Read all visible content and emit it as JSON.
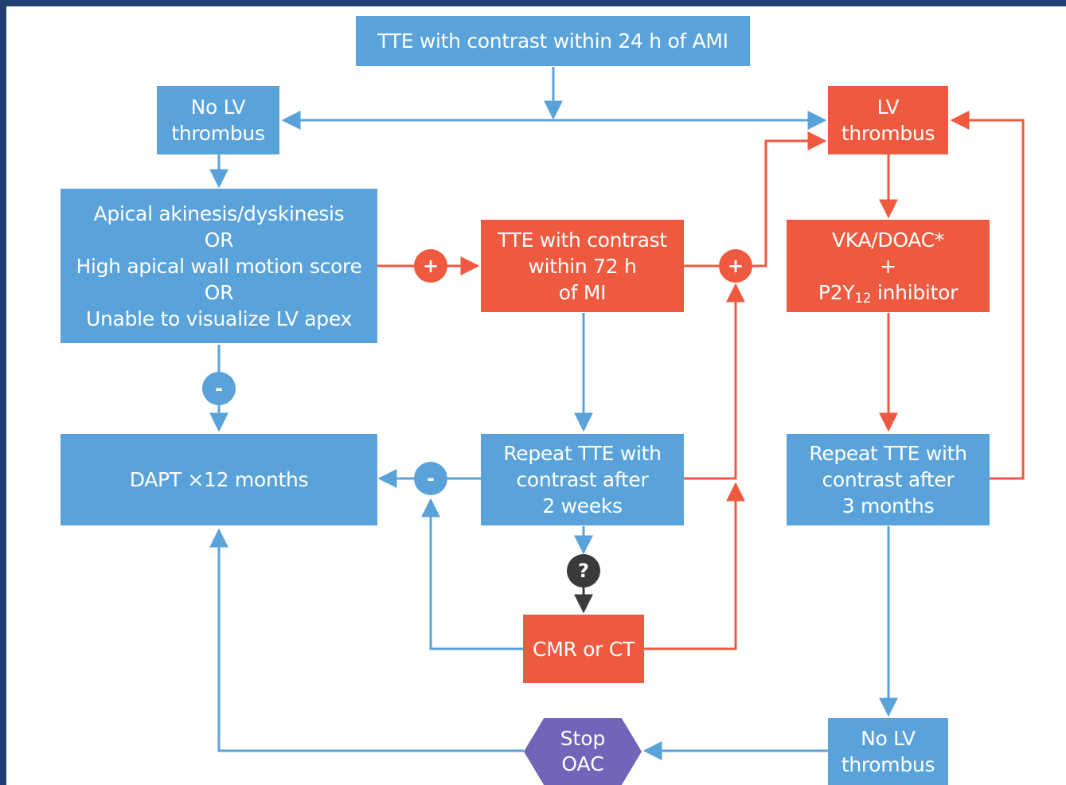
{
  "boxes": {
    "tte_24h": "TTE with contrast within 24 h of AMI",
    "no_lv_top": [
      "No LV",
      "thrombus"
    ],
    "lv_thrombus": [
      "LV",
      "thrombus"
    ],
    "apical": [
      "Apical akinesis/dyskinesis",
      "OR",
      "High apical wall motion score",
      "OR",
      "Unable to visualize LV apex"
    ],
    "tte_72h": [
      "TTE with contrast",
      "within 72 h",
      "of MI"
    ],
    "vka": {
      "line1": "VKA/DOAC*",
      "line2": "+",
      "p2y": "P2Y",
      "p2y_sub": "12",
      "p2y_rest": " inhibitor"
    },
    "dapt": "DAPT ×12 months",
    "repeat_2w": [
      "Repeat TTE with",
      "contrast after",
      "2 weeks"
    ],
    "repeat_3m": [
      "Repeat TTE with",
      "contrast after",
      "3 months"
    ],
    "cmr": "CMR or CT",
    "stop_oac": [
      "Stop",
      "OAC"
    ],
    "no_lv_bottom": [
      "No LV",
      "thrombus"
    ]
  },
  "markers": {
    "plus": "+",
    "minus": "-",
    "question": "?"
  },
  "colors": {
    "blue": "#5aa3da",
    "red": "#ee5a40",
    "purple": "#7264b8",
    "dark": "#3a3a3a",
    "frame": "#1f3f6e"
  }
}
